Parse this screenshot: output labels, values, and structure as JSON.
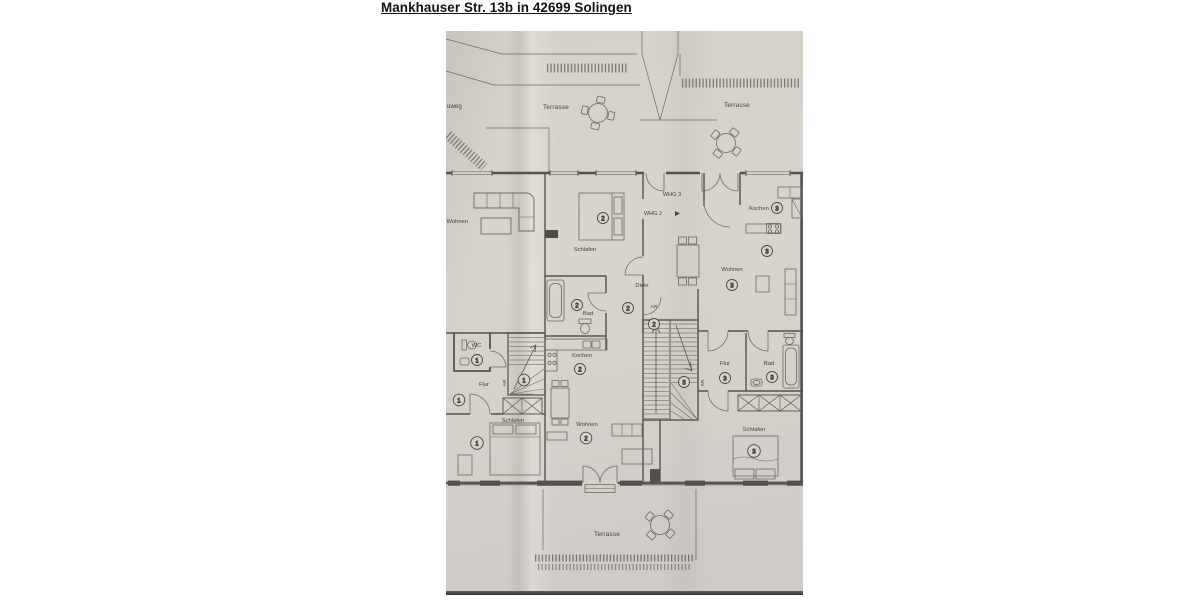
{
  "page": {
    "title": "Mankhauser Str. 13b in 42699 Solingen"
  },
  "floorplan": {
    "site": {
      "street_fragment": "uweg",
      "terrace_label": "Terrasse"
    },
    "units": {
      "whg2_label": "WHG 2",
      "whg3_label": "WHG 3"
    },
    "rooms": {
      "wohnen": "Wohnen",
      "schlafen": "Schlafen",
      "kochen": "Kochen",
      "bad": "Bad",
      "wc": "WC",
      "flur": "Flur",
      "diele": "Diele",
      "ar": "AR"
    },
    "apartment_numbers": {
      "one": "1",
      "two": "2",
      "three": "3"
    }
  }
}
